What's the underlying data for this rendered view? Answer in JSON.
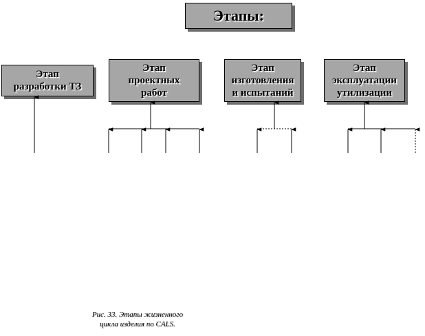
{
  "title": "Этапы:",
  "stages": [
    {
      "lines": [
        "Этап",
        "разработки ТЗ"
      ]
    },
    {
      "lines": [
        "Этап",
        "проектных",
        "работ"
      ]
    },
    {
      "lines": [
        "Этап",
        "изготовления",
        "и испытаний"
      ]
    },
    {
      "lines": [
        "Этап",
        "эксплуатации",
        "утилизации"
      ]
    }
  ],
  "caption": {
    "line1": "Рис. 33.  Этапы жизненного",
    "line2": "цикла изделия по CALS."
  }
}
